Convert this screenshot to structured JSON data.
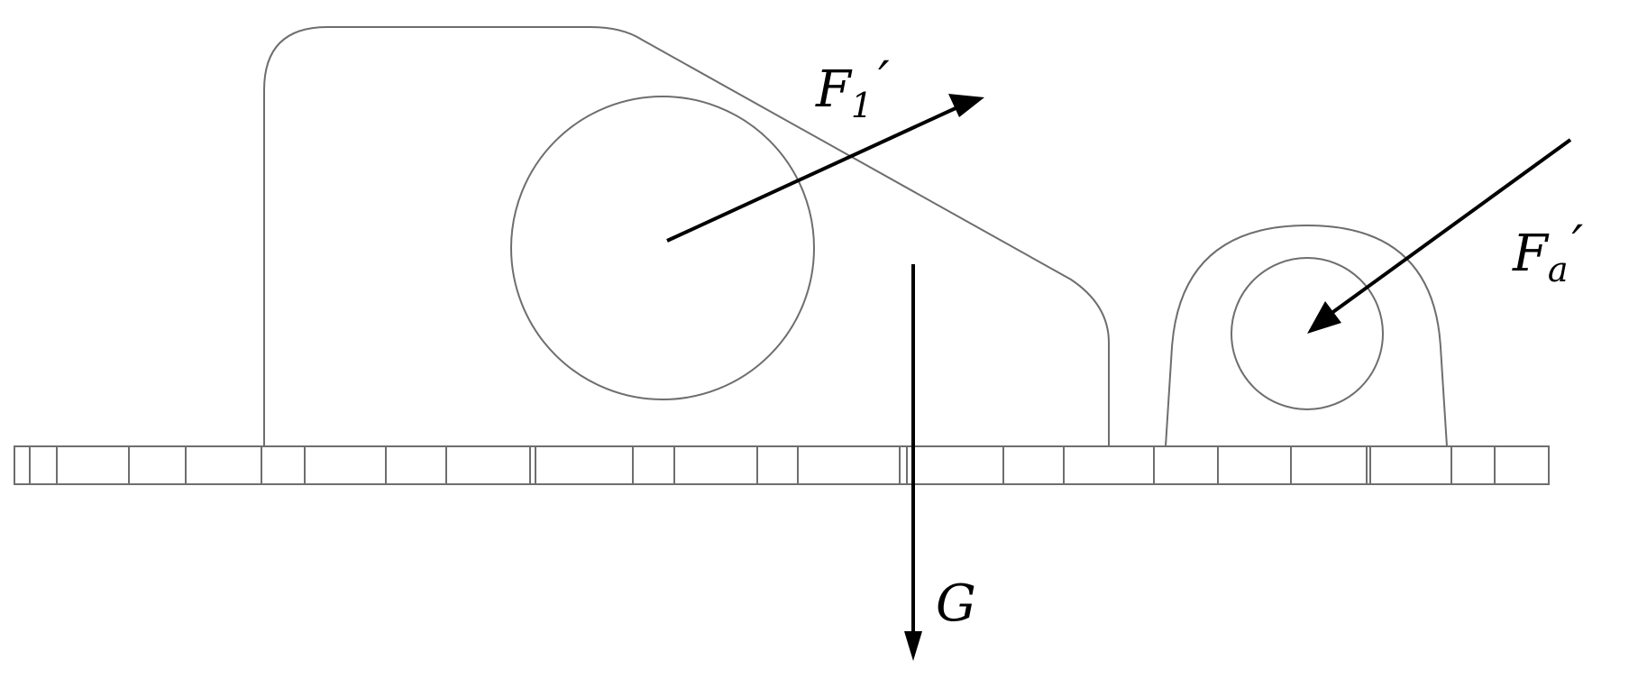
{
  "forces": {
    "f1": {
      "symbol": "F",
      "subscript": "1",
      "prime": "′"
    },
    "fa": {
      "symbol": "F",
      "subscript": "a",
      "prime": "′"
    },
    "g": {
      "symbol": "G"
    }
  },
  "colors": {
    "outline": "#6e6e6e",
    "arrow": "#000000",
    "background": "#ffffff"
  }
}
